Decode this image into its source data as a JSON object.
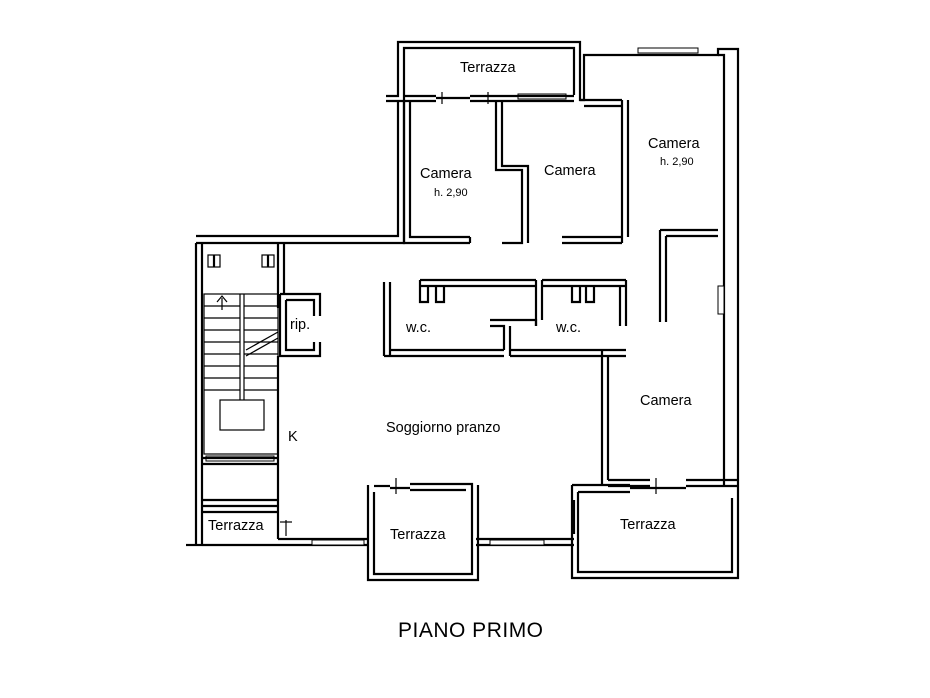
{
  "rooms": {
    "terrazza_top": "Terrazza",
    "camera_1": "Camera",
    "camera_1_height": "h. 2,90",
    "camera_2": "Camera",
    "camera_3": "Camera",
    "camera_3_height": "h. 2,90",
    "rip": "rip.",
    "wc_1": "w.c.",
    "wc_2": "w.c.",
    "camera_4": "Camera",
    "soggiorno": "Soggiorno pranzo",
    "k": "K",
    "terrazza_left": "Terrazza",
    "terrazza_mid": "Terrazza",
    "terrazza_right": "Terrazza"
  },
  "title": "PIANO PRIMO"
}
